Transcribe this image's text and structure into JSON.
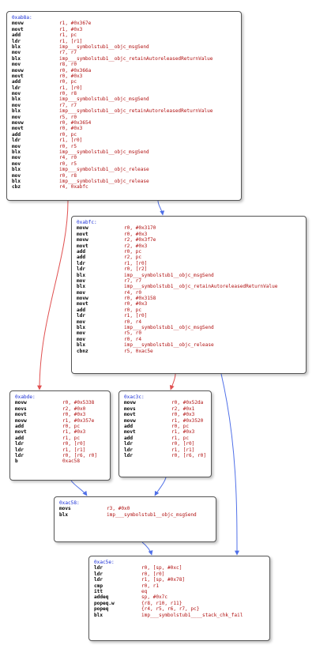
{
  "colors": {
    "label": "#1a2fd6",
    "operand": "#b01010",
    "mnemonic": "#000000",
    "edge_true": "#e05050",
    "edge_false": "#5070e8"
  },
  "blocks": [
    {
      "label": "0xab8a:",
      "lines": [
        [
          "movw",
          "r1, #0x367e"
        ],
        [
          "movt",
          "r1, #0x3"
        ],
        [
          "add",
          "r1, pc"
        ],
        [
          "ldr",
          "r1, [r1]"
        ],
        [
          "blx",
          "imp___symbolstub1__objc_msgSend"
        ],
        [
          "mov",
          "r7, r7"
        ],
        [
          "blx",
          "imp___symbolstub1__objc_retainAutoreleasedReturnValue"
        ],
        [
          "mov",
          "r8, r0"
        ],
        [
          "movw",
          "r0, #0x366a"
        ],
        [
          "movt",
          "r0, #0x3"
        ],
        [
          "add",
          "r0, pc"
        ],
        [
          "ldr",
          "r1, [r0]"
        ],
        [
          "mov",
          "r0, r8"
        ],
        [
          "blx",
          "imp___symbolstub1__objc_msgSend"
        ],
        [
          "mov",
          "r7, r7"
        ],
        [
          "blx",
          "imp___symbolstub1__objc_retainAutoreleasedReturnValue"
        ],
        [
          "mov",
          "r5, r0"
        ],
        [
          "movw",
          "r0, #0x3654"
        ],
        [
          "movt",
          "r0, #0x3"
        ],
        [
          "add",
          "r0, pc"
        ],
        [
          "ldr",
          "r1, [r0]"
        ],
        [
          "mov",
          "r0, r5"
        ],
        [
          "blx",
          "imp___symbolstub1__objc_msgSend"
        ],
        [
          "mov",
          "r4, r0"
        ],
        [
          "mov",
          "r0, r5"
        ],
        [
          "blx",
          "imp___symbolstub1__objc_release"
        ],
        [
          "mov",
          "r0, r8"
        ],
        [
          "blx",
          "imp___symbolstub1__objc_release"
        ],
        [
          "cbz",
          "r4, 0xabfc"
        ]
      ]
    },
    {
      "label": "0xabfc:",
      "lines": [
        [
          "movw",
          "r0, #0x3170"
        ],
        [
          "movt",
          "r0, #0x3"
        ],
        [
          "movw",
          "r2, #0x3f7e"
        ],
        [
          "movt",
          "r2, #0x3"
        ],
        [
          "add",
          "r0, pc"
        ],
        [
          "add",
          "r2, pc"
        ],
        [
          "ldr",
          "r1, [r0]"
        ],
        [
          "ldr",
          "r0, [r2]"
        ],
        [
          "blx",
          "imp___symbolstub1__objc_msgSend"
        ],
        [
          "mov",
          "r7, r7"
        ],
        [
          "blx",
          "imp___symbolstub1__objc_retainAutoreleasedReturnValue"
        ],
        [
          "mov",
          "r4, r0"
        ],
        [
          "movw",
          "r0, #0x3158"
        ],
        [
          "movt",
          "r0, #0x3"
        ],
        [
          "add",
          "r0, pc"
        ],
        [
          "ldr",
          "r1, [r0]"
        ],
        [
          "mov",
          "r0, r4"
        ],
        [
          "blx",
          "imp___symbolstub1__objc_msgSend"
        ],
        [
          "mov",
          "r5, r0"
        ],
        [
          "mov",
          "r0, r4"
        ],
        [
          "blx",
          "imp___symbolstub1__objc_release"
        ],
        [
          "cbnz",
          "r5, 0xac5e"
        ]
      ]
    },
    {
      "label": "0xabde:",
      "lines": [
        [
          "movw",
          "r0, #0x5338"
        ],
        [
          "movs",
          "r2, #0x0"
        ],
        [
          "movt",
          "r0, #0x3"
        ],
        [
          "movw",
          "r1, #0x357e"
        ],
        [
          "add",
          "r0, pc"
        ],
        [
          "movt",
          "r1, #0x3"
        ],
        [
          "add",
          "r1, pc"
        ],
        [
          "ldr",
          "r0, [r0]"
        ],
        [
          "ldr",
          "r1, [r1]"
        ],
        [
          "ldr",
          "r0, [r6, r0]"
        ],
        [
          "b",
          "0xac58"
        ]
      ]
    },
    {
      "label": "0xac3c:",
      "lines": [
        [
          "movw",
          "r0, #0x52da"
        ],
        [
          "movs",
          "r2, #0x1"
        ],
        [
          "movt",
          "r0, #0x3"
        ],
        [
          "movw",
          "r1, #0x3520"
        ],
        [
          "add",
          "r0, pc"
        ],
        [
          "movt",
          "r1, #0x3"
        ],
        [
          "add",
          "r1, pc"
        ],
        [
          "ldr",
          "r0, [r0]"
        ],
        [
          "ldr",
          "r1, [r1]"
        ],
        [
          "ldr",
          "r0, [r6, r0]"
        ]
      ]
    },
    {
      "label": "0xac58:",
      "lines": [
        [
          "movs",
          "r3, #0x0"
        ],
        [
          "blx",
          "imp___symbolstub1__objc_msgSend"
        ]
      ]
    },
    {
      "label": "0xac5e:",
      "lines": [
        [
          "ldr",
          "r0, [sp, #0xc]"
        ],
        [
          "ldr",
          "r0, [r0]"
        ],
        [
          "ldr",
          "r1, [sp, #0x78]"
        ],
        [
          "cmp",
          "r0, r1"
        ],
        [
          "itt",
          "eq"
        ],
        [
          "addeq",
          "sp, #0x7c"
        ],
        [
          "popeq.w",
          "{r8, r10, r11}"
        ],
        [
          "popeq",
          "{r4, r5, r6, r7, pc}"
        ],
        [
          "blx",
          "imp___symbolstub1____stack_chk_fail"
        ]
      ]
    }
  ]
}
